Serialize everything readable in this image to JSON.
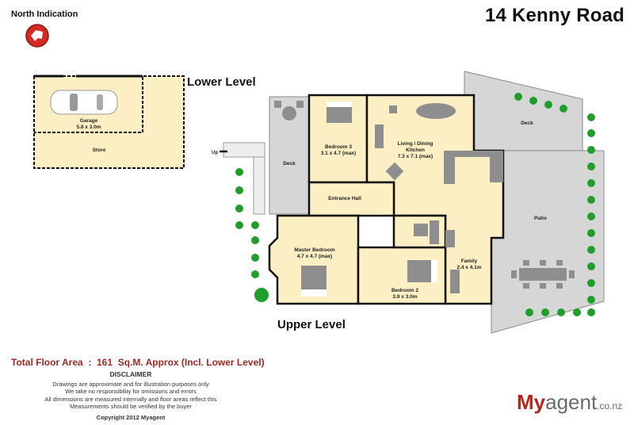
{
  "header": {
    "north_label": "North Indication",
    "title": "14 Kenny Road"
  },
  "levels": {
    "lower": "Lower Level",
    "upper": "Upper Level"
  },
  "rooms": {
    "garage": {
      "name": "Garage",
      "size": "5.8 x 3.0m"
    },
    "store": {
      "name": "Store"
    },
    "stairs": {
      "name": "Up"
    },
    "deck_left": {
      "name": "Deck"
    },
    "bedroom3": {
      "name": "Bedroom 3",
      "size": "3.1 x 4.7 (max)"
    },
    "living": {
      "name": "Living / Dining",
      "name2": "Kitchen",
      "size": "7.3 x 7.1 (max)"
    },
    "deck_right": {
      "name": "Deck"
    },
    "entrance": {
      "name": "Entrance Hall"
    },
    "patio": {
      "name": "Patio"
    },
    "master": {
      "name": "Master Bedroom",
      "size": "4.7 x 4.7 (max)"
    },
    "bedroom2": {
      "name": "Bedroom 2",
      "size": "3.9 x 3.0m"
    },
    "family": {
      "name": "Family",
      "size": "2.4 x 4.1m"
    }
  },
  "footer": {
    "total_area": "Total Floor Area  :  161  Sq.M. Approx (Incl. Lower Level)",
    "disclaimer_title": "DISCLAIMER",
    "disclaimer_lines": [
      "Drawings are approximate and for illustration purposes only",
      "We take no responsibility for omissions and errors",
      "All dimensions are measured internally and floor areas reflect this",
      "Measurements should be verified by the buyer"
    ],
    "copyright": "Copyright 2012 Myagent"
  },
  "logo": {
    "my": "My",
    "agent": "agent",
    "domain": ".co.nz"
  },
  "colors": {
    "floor": "#fcefc4",
    "deck": "#d6d6d6",
    "furniture": "#8e8e8e",
    "wall": "#111111",
    "brand_red": "#b3261e",
    "tree": "#1f9e2a"
  }
}
